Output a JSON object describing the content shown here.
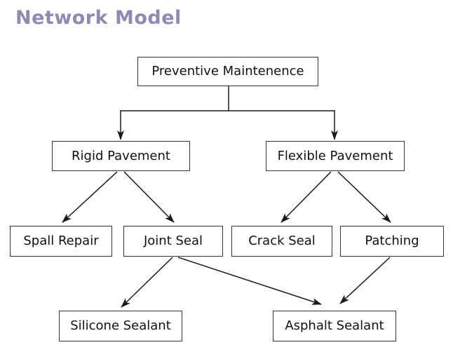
{
  "title": {
    "text": "Network Model",
    "color": "#8b8bb3"
  },
  "diagram": {
    "nodes": {
      "preventive_maintenence": {
        "label": "Preventive Maintenence"
      },
      "rigid_pavement": {
        "label": "Rigid Pavement"
      },
      "flexible_pavement": {
        "label": "Flexible Pavement"
      },
      "spall_repair": {
        "label": "Spall Repair"
      },
      "joint_seal": {
        "label": "Joint Seal"
      },
      "crack_seal": {
        "label": "Crack Seal"
      },
      "patching": {
        "label": "Patching"
      },
      "silicone_sealant": {
        "label": "Silicone Sealant"
      },
      "asphalt_sealant": {
        "label": "Asphalt Sealant"
      }
    },
    "edges": [
      {
        "from": "preventive_maintenence",
        "to": "rigid_pavement"
      },
      {
        "from": "preventive_maintenence",
        "to": "flexible_pavement"
      },
      {
        "from": "rigid_pavement",
        "to": "spall_repair"
      },
      {
        "from": "rigid_pavement",
        "to": "joint_seal"
      },
      {
        "from": "flexible_pavement",
        "to": "crack_seal"
      },
      {
        "from": "flexible_pavement",
        "to": "patching"
      },
      {
        "from": "joint_seal",
        "to": "silicone_sealant"
      },
      {
        "from": "joint_seal",
        "to": "asphalt_sealant"
      },
      {
        "from": "patching",
        "to": "asphalt_sealant"
      }
    ],
    "colors": {
      "background": "#ffffff",
      "node_border": "#333333",
      "node_fill": "#ffffff",
      "edge": "#1a1a1a",
      "text": "#111111"
    }
  }
}
